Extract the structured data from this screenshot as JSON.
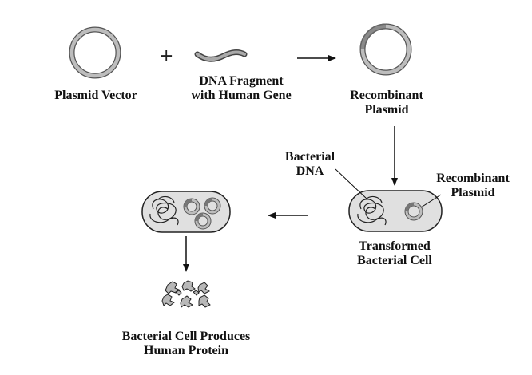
{
  "labels": {
    "plasmid_vector": "Plasmid Vector",
    "dna_fragment": [
      "DNA Fragment",
      "with Human Gene"
    ],
    "recombinant_plasmid_top": [
      "Recombinant",
      "Plasmid"
    ],
    "bacterial_dna": [
      "Bacterial",
      "DNA"
    ],
    "recombinant_plasmid_right": [
      "Recombinant",
      "Plasmid"
    ],
    "transformed_cell": [
      "Transformed",
      "Bacterial Cell"
    ],
    "produces_protein": [
      "Bacterial Cell Produces",
      "Human Protein"
    ]
  },
  "symbols": {
    "plus": "+"
  }
}
